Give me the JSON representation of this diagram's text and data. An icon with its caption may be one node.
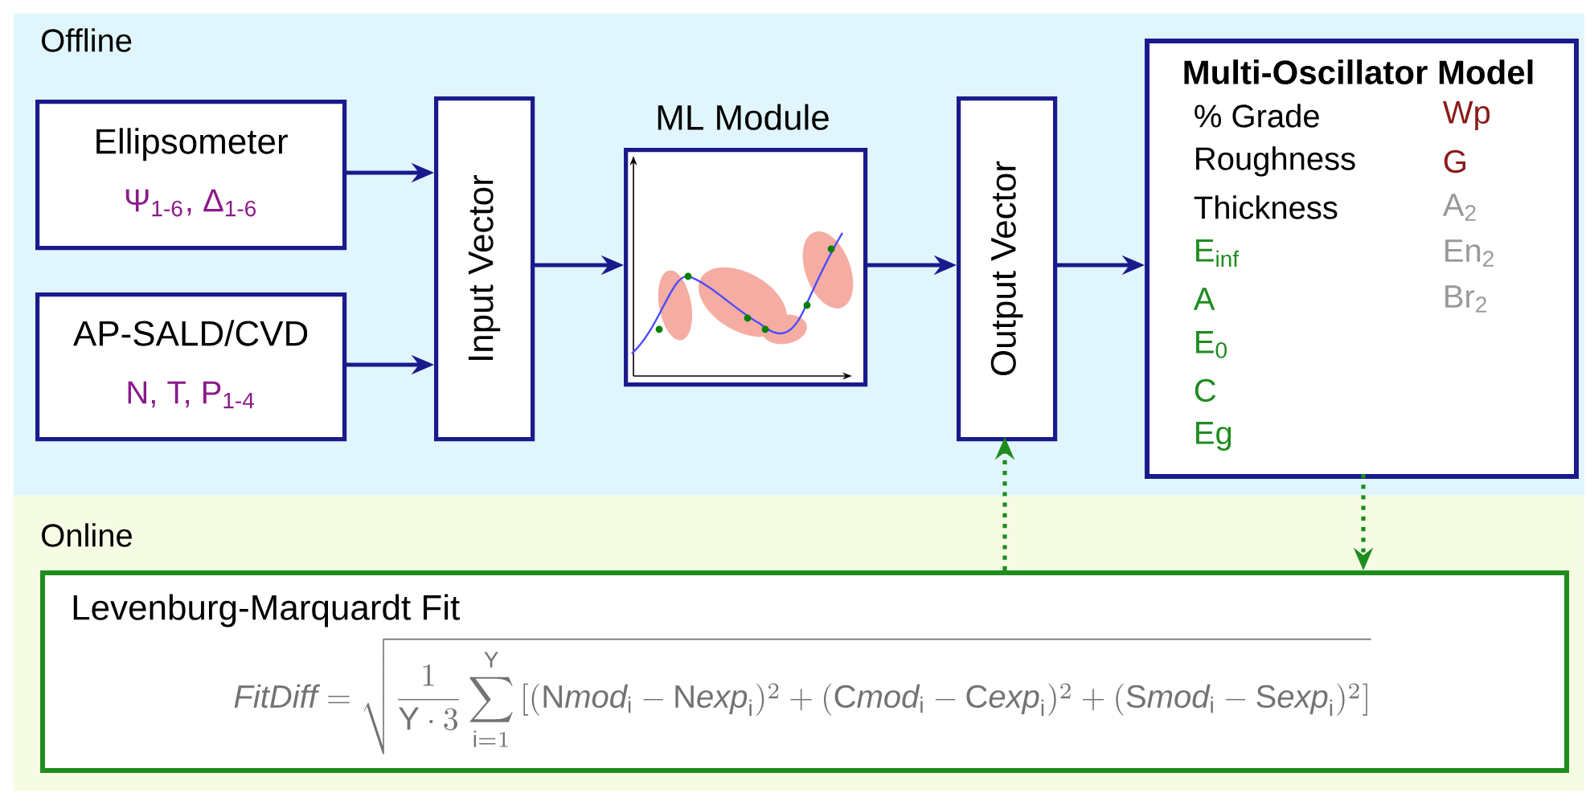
{
  "diagram": {
    "nodes": [
      {
        "text": [
          "Offline"
        ]
      },
      {
        "text": [
          "Ellipsometer",
          "Ψ$_{1-6}$, Δ$_{1-6}$"
        ],
        "in": 0
      },
      {
        "text": [
          "AP-SALD/CVD",
          "N, T, P$_{1-4}$"
        ],
        "in": 0
      },
      {
        "text": [
          "Input Vector"
        ],
        "in": 0
      },
      {
        "text": [
          "ML Module"
        ],
        "in": 0
      },
      {
        "text": [
          "Output Vector"
        ],
        "in": 0
      },
      {
        "text": [
          "Multi-Oscillator Model",
          "% Grade",
          "Roughness",
          "Thickness",
          "E$_{inf}$",
          "A",
          "E$_{0}$",
          "C",
          "Eg",
          "Wp",
          "G",
          "A$_{2}$",
          "En$_{2}$",
          "Br$_{2}$"
        ],
        "in": 0
      },
      {
        "text": [
          "Online"
        ]
      },
      {
        "text": [
          "Levenburg-Marquardt Fit",
          "\\mathit{FitDiff}=\\sqrt{\\frac{1}{\\mathrm{Y}\\cdot 3}\\sum_{\\mathrm{i}=1}^{\\mathrm{Y}}\\left[(\\mathrm{N}\\mathit{mod}_{\\mathrm{i}}-\\mathrm{N}\\mathit{exp}_{\\mathrm{i}})^{2}+(\\mathrm{C}\\mathit{mod}_{\\mathrm{i}}-\\mathrm{C}\\mathit{exp}_{\\mathrm{i}})^{2}+(\\mathrm{S}\\mathit{mod}_{\\mathrm{i}}-\\mathrm{S}\\mathit{exp}_{\\mathrm{i}})^{2}\\right]}"
        ],
        "in": 7
      }
    ],
    "edges": [
      {
        "from": 1,
        "to": 3,
        "arrow": "to"
      },
      {
        "from": 2,
        "to": 3,
        "arrow": "to"
      },
      {
        "from": 3,
        "to": 4,
        "arrow": "to"
      },
      {
        "from": 4,
        "to": 5,
        "arrow": "to"
      },
      {
        "from": 5,
        "to": 6,
        "arrow": "to"
      },
      {
        "from": 8,
        "to": 5,
        "arrow": "to",
        "style": "dashed",
        "color": "#1e8c1e"
      },
      {
        "from": 6,
        "to": 8,
        "arrow": "to",
        "style": "dashed",
        "color": "#1e8c1e"
      }
    ]
  }
}
